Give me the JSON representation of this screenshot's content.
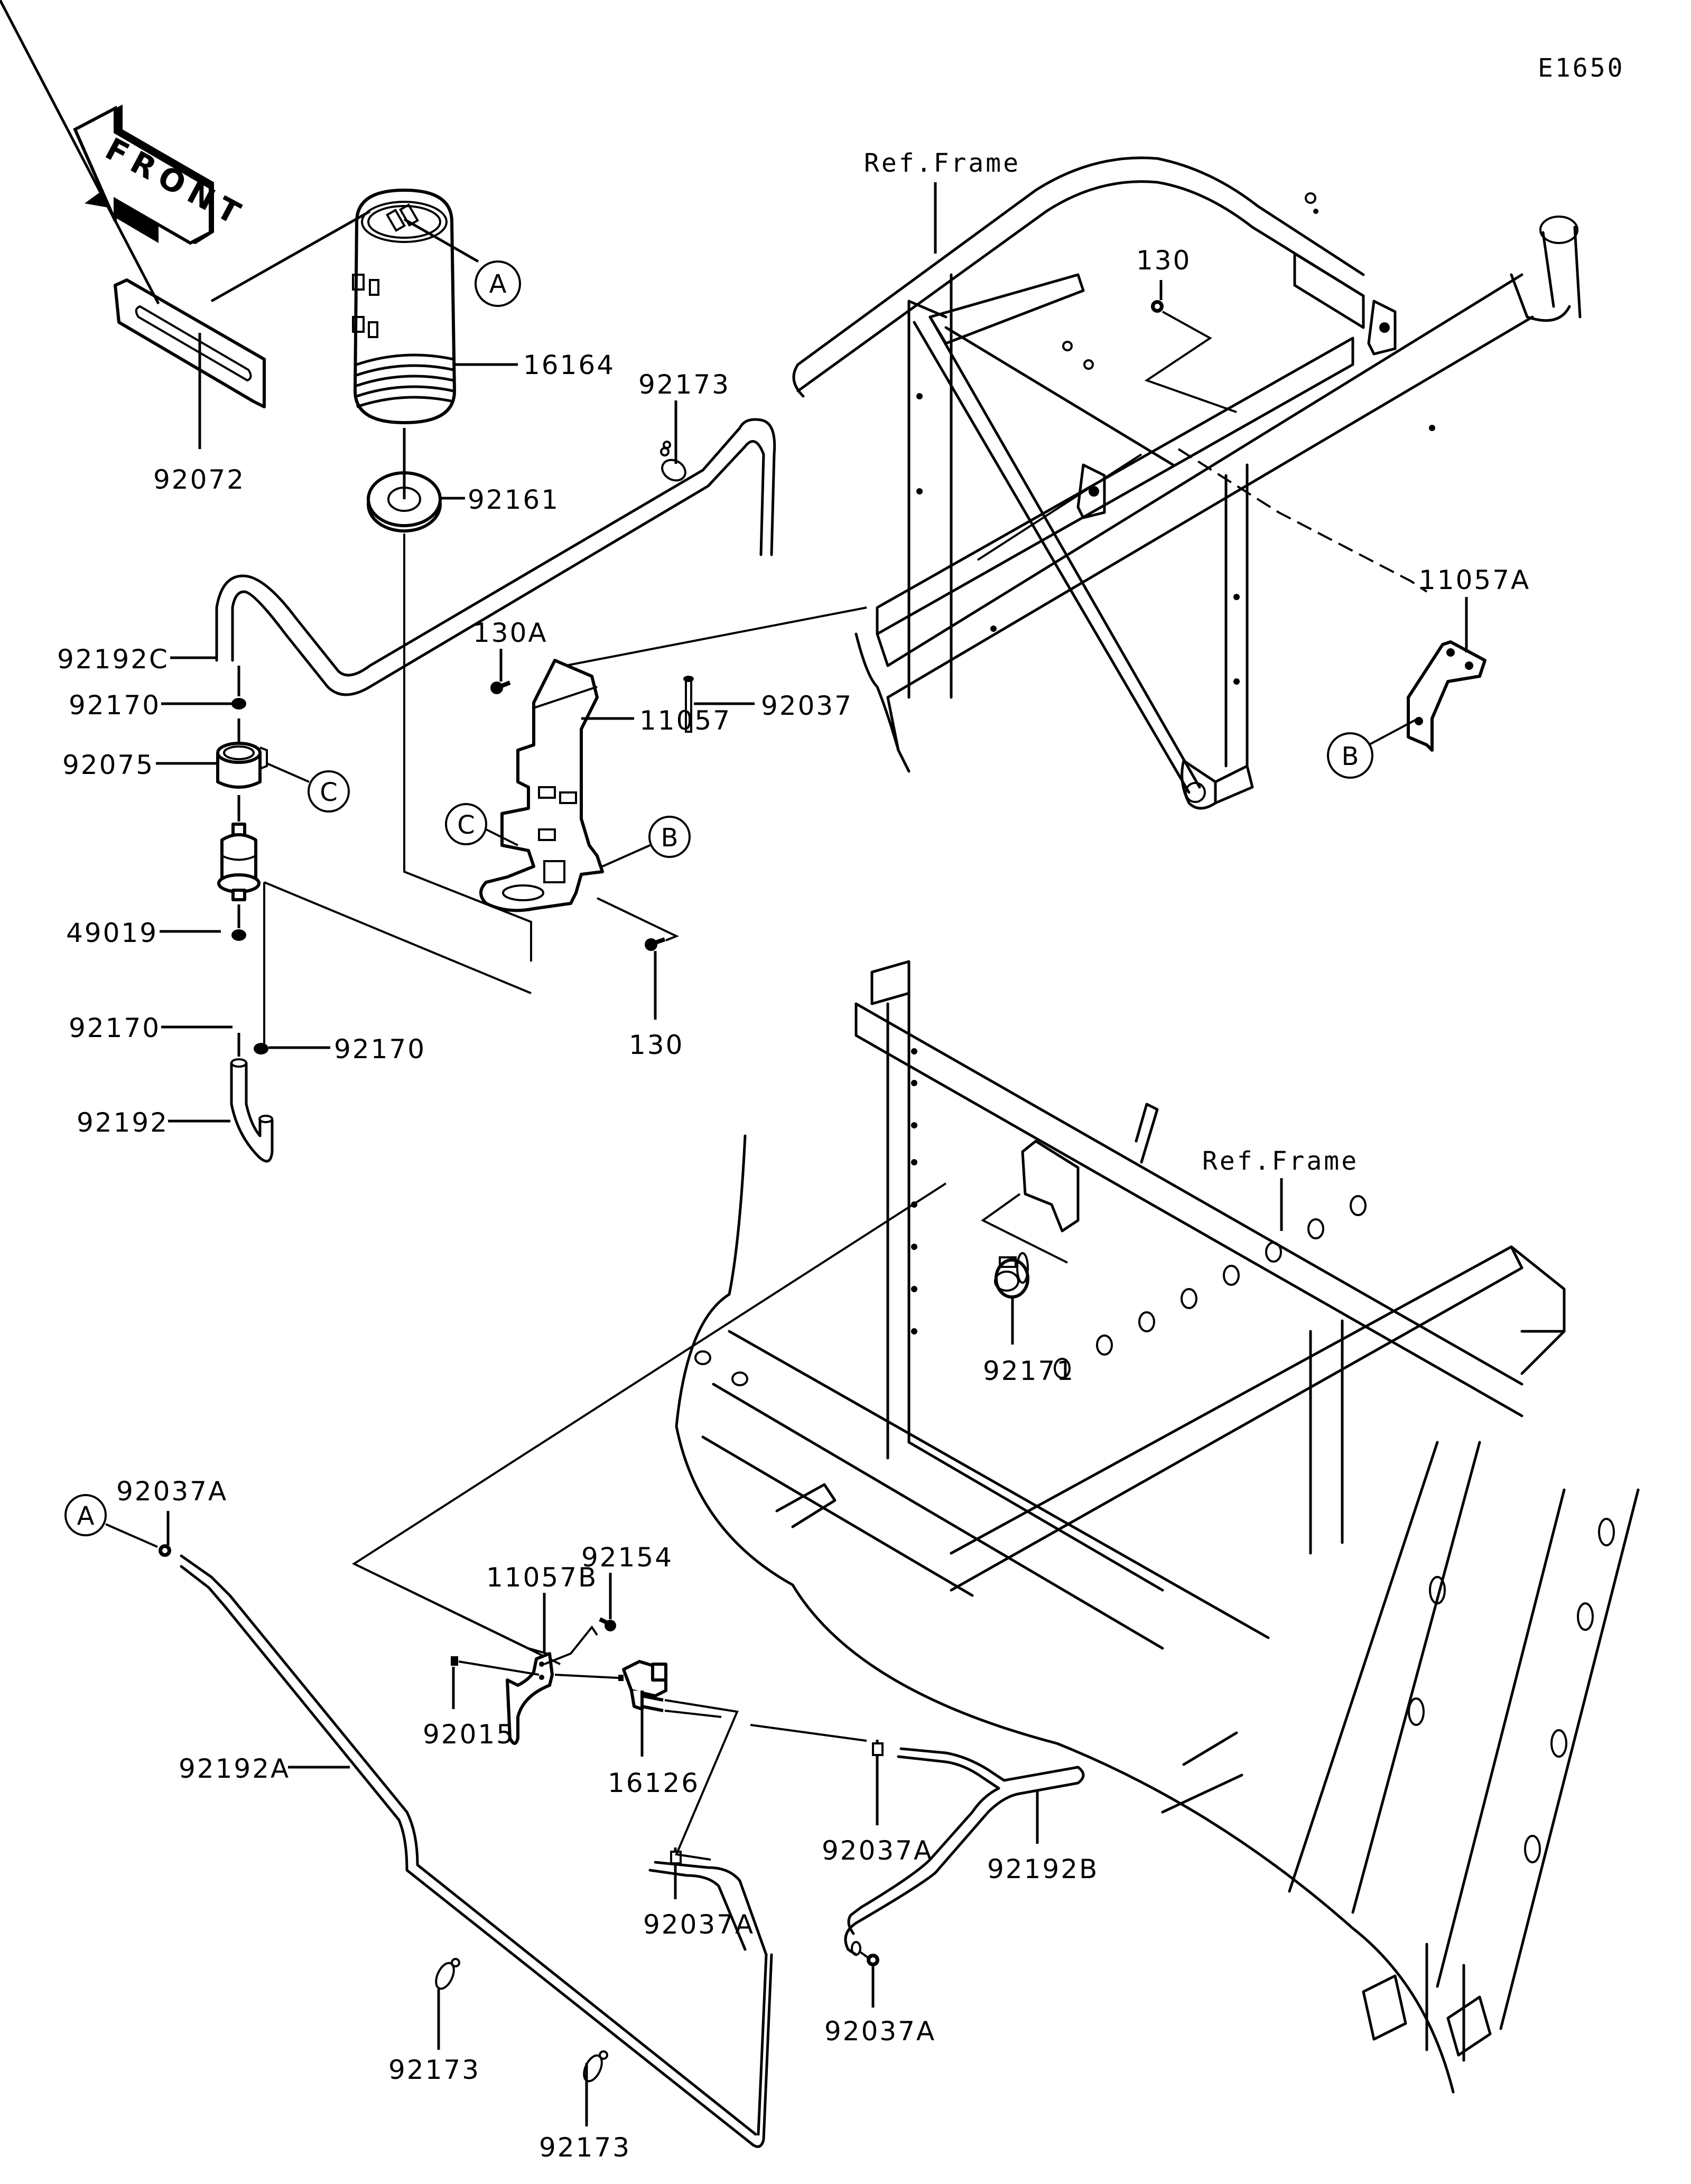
{
  "diagram": {
    "code": "E1650",
    "direction_indicator": "FRONT",
    "reference_labels": [
      "Ref.Frame",
      "Ref.Frame"
    ],
    "callouts": [
      "A",
      "B",
      "C"
    ],
    "parts": [
      {
        "id": "16164",
        "description_hint": "canister"
      },
      {
        "id": "92072",
        "description_hint": "band"
      },
      {
        "id": "92161",
        "description_hint": "damper"
      },
      {
        "id": "92173",
        "description_hint": "clamp"
      },
      {
        "id": "130",
        "description_hint": "bolt"
      },
      {
        "id": "92192C",
        "description_hint": "hose"
      },
      {
        "id": "130A",
        "description_hint": "bolt"
      },
      {
        "id": "92037",
        "description_hint": "clamp"
      },
      {
        "id": "11057",
        "description_hint": "bracket"
      },
      {
        "id": "11057A",
        "description_hint": "bracket"
      },
      {
        "id": "92170",
        "description_hint": "clamp"
      },
      {
        "id": "92075",
        "description_hint": "holder"
      },
      {
        "id": "49019",
        "description_hint": "filter"
      },
      {
        "id": "92192",
        "description_hint": "hose"
      },
      {
        "id": "92171",
        "description_hint": "clamp"
      },
      {
        "id": "92037A",
        "description_hint": "clamp"
      },
      {
        "id": "92192A",
        "description_hint": "hose"
      },
      {
        "id": "11057B",
        "description_hint": "bracket"
      },
      {
        "id": "92154",
        "description_hint": "bolt"
      },
      {
        "id": "92015",
        "description_hint": "nut"
      },
      {
        "id": "16126",
        "description_hint": "valve"
      },
      {
        "id": "92192B",
        "description_hint": "hose"
      }
    ],
    "labels": {
      "e1650": "E1650",
      "front": "FRONT",
      "ref_frame_top": "Ref.Frame",
      "ref_frame_bottom": "Ref.Frame",
      "p16164": "16164",
      "p92072": "92072",
      "p92161": "92161",
      "p92173_top": "92173",
      "p130_top": "130",
      "p92192C": "92192C",
      "p130A": "130A",
      "p92037": "92037",
      "p11057": "11057",
      "p11057A": "11057A",
      "p92170_a": "92170",
      "p92075": "92075",
      "p49019": "49019",
      "p92170_b": "92170",
      "p92170_c": "92170",
      "p92192": "92192",
      "p130_mid": "130",
      "p92171": "92171",
      "p92037A_a": "92037A",
      "p92192A": "92192A",
      "p11057B": "11057B",
      "p92154": "92154",
      "p92015": "92015",
      "p16126": "16126",
      "p92037A_b": "92037A",
      "p92192B": "92192B",
      "p92037A_c": "92037A",
      "p92037A_d": "92037A",
      "p92173_b": "92173",
      "p92173_c": "92173",
      "callout_A_top": "A",
      "callout_A_bottom": "A",
      "callout_B_mid": "B",
      "callout_B_right": "B",
      "callout_C_left": "C",
      "callout_C_mid": "C"
    }
  }
}
